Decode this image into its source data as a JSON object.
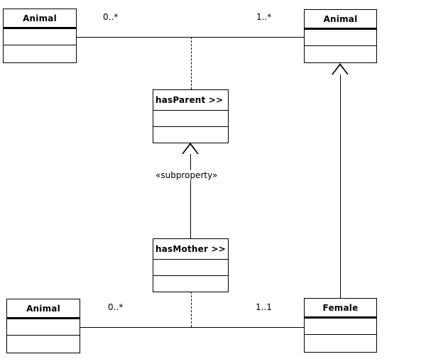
{
  "diagram": {
    "type": "uml-class-diagram",
    "title": "hasParent / hasMother subproperty diagram",
    "stroke_color": "#000000",
    "fill_color": "#ffffff",
    "classes": [
      {
        "id": "animal-top-left",
        "name": "Animal",
        "header_style": "class",
        "compartments": [
          "",
          ""
        ]
      },
      {
        "id": "animal-top-right",
        "name": "Animal",
        "header_style": "class",
        "compartments": [
          "",
          ""
        ]
      },
      {
        "id": "has-parent",
        "name": "hasParent >>",
        "header_style": "property",
        "compartments": [
          "",
          ""
        ]
      },
      {
        "id": "has-mother",
        "name": "hasMother >>",
        "header_style": "property",
        "compartments": [
          "",
          ""
        ]
      },
      {
        "id": "animal-bottom-left",
        "name": "Animal",
        "header_style": "class",
        "compartments": [
          "",
          ""
        ]
      },
      {
        "id": "female-bottom-right",
        "name": "Female",
        "header_style": "class",
        "compartments": [
          "",
          ""
        ]
      }
    ],
    "multiplicities": {
      "top_source": "0..*",
      "top_target": "1..*",
      "bottom_source": "0..*",
      "bottom_target": "1..1"
    },
    "stereotypes": {
      "subproperty": "«subproperty»"
    },
    "relationships": [
      {
        "kind": "association",
        "from": "animal-top-left",
        "to": "animal-top-right",
        "source_multiplicity": "0..*",
        "target_multiplicity": "1..*",
        "association_class": "has-parent"
      },
      {
        "kind": "association",
        "from": "animal-bottom-left",
        "to": "female-bottom-right",
        "source_multiplicity": "0..*",
        "target_multiplicity": "1..1",
        "association_class": "has-mother"
      },
      {
        "kind": "generalization",
        "from": "has-mother",
        "to": "has-parent",
        "stereotype": "«subproperty»"
      },
      {
        "kind": "generalization",
        "from": "female-bottom-right",
        "to": "animal-top-right"
      }
    ]
  }
}
